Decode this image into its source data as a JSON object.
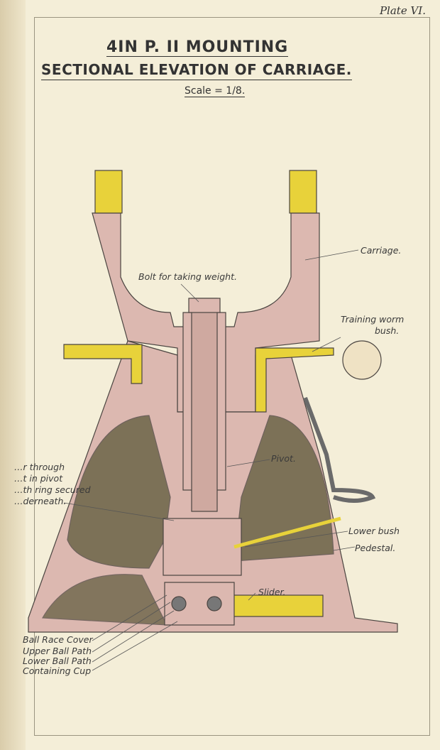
{
  "plate_label": "Plate VI.",
  "title_line1": "4IN P. II MOUNTING",
  "title_line2": "SECTIONAL ELEVATION OF CARRIAGE.",
  "scale": "Scale = 1/8.",
  "labels": {
    "carriage": "Carriage.",
    "bolt": "Bolt for taking weight.",
    "training_worm_1": "Training worm",
    "training_worm_2": "bush.",
    "pivot": "Pivot.",
    "bar_1": "…r through",
    "bar_2": "…t in pivot",
    "bar_3": "…th ring secured",
    "bar_4": "…derneath.",
    "lower_bush": "Lower bush",
    "pedestal": "Pedestal.",
    "slider": "Slider.",
    "ball_race_cover": "Ball Race Cover",
    "upper_ball_path": "Upper Ball Path",
    "lower_ball_path": "Lower Ball Path",
    "containing_cup": "Containing Cup"
  },
  "colors": {
    "casting": "#dcb8b0",
    "brass": "#e8d23a",
    "shade": "#5c5a3a",
    "paper": "#f4eed8"
  }
}
